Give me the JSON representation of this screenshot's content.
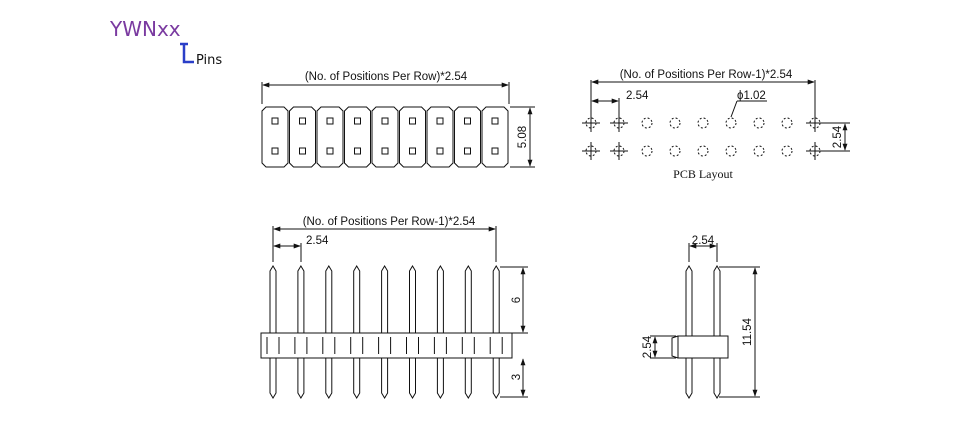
{
  "part": {
    "code": "YWNxx",
    "pins_label": "Pins",
    "accent": "#7a3aa0",
    "bracket_color": "#2a3fc8"
  },
  "top_view": {
    "width_formula": "(No. of Positions Per Row)*2.54",
    "height_dim": "5.08",
    "positions": 9,
    "rows": 2
  },
  "pcb_layout": {
    "span_formula": "(No. of Positions Per Row-1)*2.54",
    "pitch_dim": "2.54",
    "hole_dim": "ϕ1.02",
    "row_pitch_dim": "2.54",
    "caption": "PCB Layout",
    "columns": 9
  },
  "front_view": {
    "span_formula": "(No. of Positions Per Row-1)*2.54",
    "pitch_dim": "2.54",
    "upper_pin_dim": "6",
    "lower_pin_dim": "3",
    "pins": 9
  },
  "side_view": {
    "pitch_dim": "2.54",
    "total_height_dim": "11.54",
    "body_height_dim": "2.54"
  }
}
